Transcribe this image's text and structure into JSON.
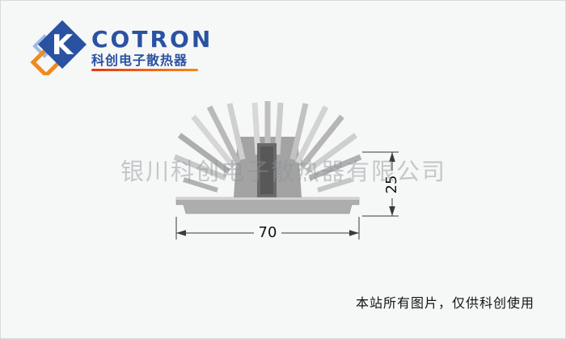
{
  "page": {
    "background": "#f6f7f7",
    "border_color": "#d7dadb"
  },
  "logo": {
    "brand": "COTRON",
    "subtitle": "科创电子散热器",
    "brand_color": "#2a52a2",
    "accent_color": "#f08a1e",
    "icon": "cotron-k-diamond-logo"
  },
  "drawing": {
    "type": "heatsink-extrusion-profile",
    "width_label": "70",
    "height_label": "25"
  },
  "watermark": {
    "text": "银川科创电子散热器有限公司"
  },
  "footer": {
    "notice": "本站所有图片，仅供科创使用"
  }
}
